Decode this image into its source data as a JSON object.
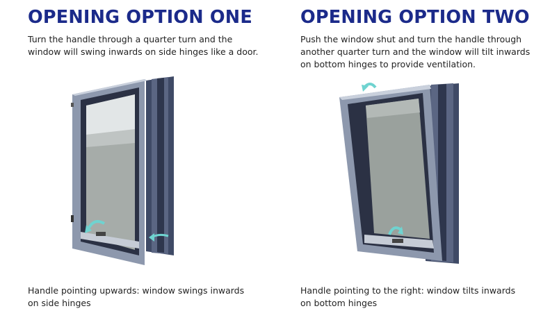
{
  "option_one": {
    "title": "OPENING OPTION ONE",
    "description": "Turn the handle through a quarter turn and the window will swing inwards on side hinges like a door.",
    "caption": "Handle pointing upwards: window swings inwards on side hinges",
    "illustration_icon": "side-hinged-window-icon"
  },
  "option_two": {
    "title": "OPENING OPTION TWO",
    "description": "Push the window shut and turn the handle through another quarter turn and the window will tilt inwards on bottom hinges to provide ventilation.",
    "caption": "Handle pointing to the right: window tilts inwards on bottom hinges",
    "illustration_icon": "tilt-window-icon"
  },
  "colors": {
    "title": "#1b2a8a",
    "frame": "#8a95ab",
    "glass": "#9aa19d",
    "arrow": "#6fd3d0"
  }
}
